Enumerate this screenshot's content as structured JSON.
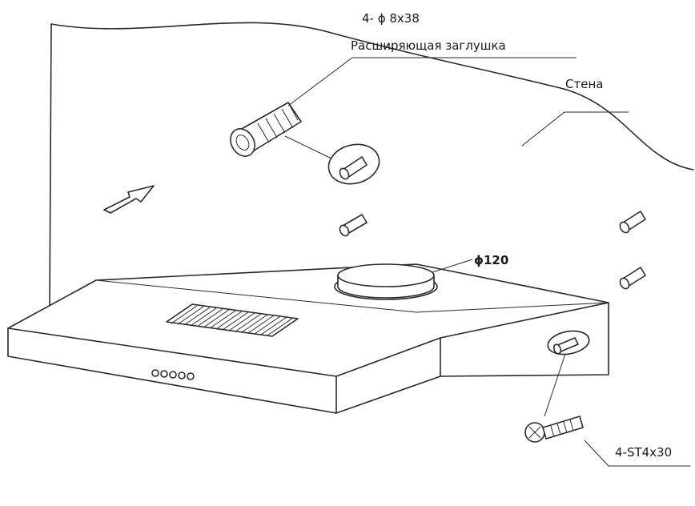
{
  "labels": {
    "plug_size": "4- ϕ 8x38",
    "plug_name": "Расширяющая заглушка",
    "wall": "Стена",
    "duct": "ϕ120",
    "screw": "4-ST4x30"
  }
}
